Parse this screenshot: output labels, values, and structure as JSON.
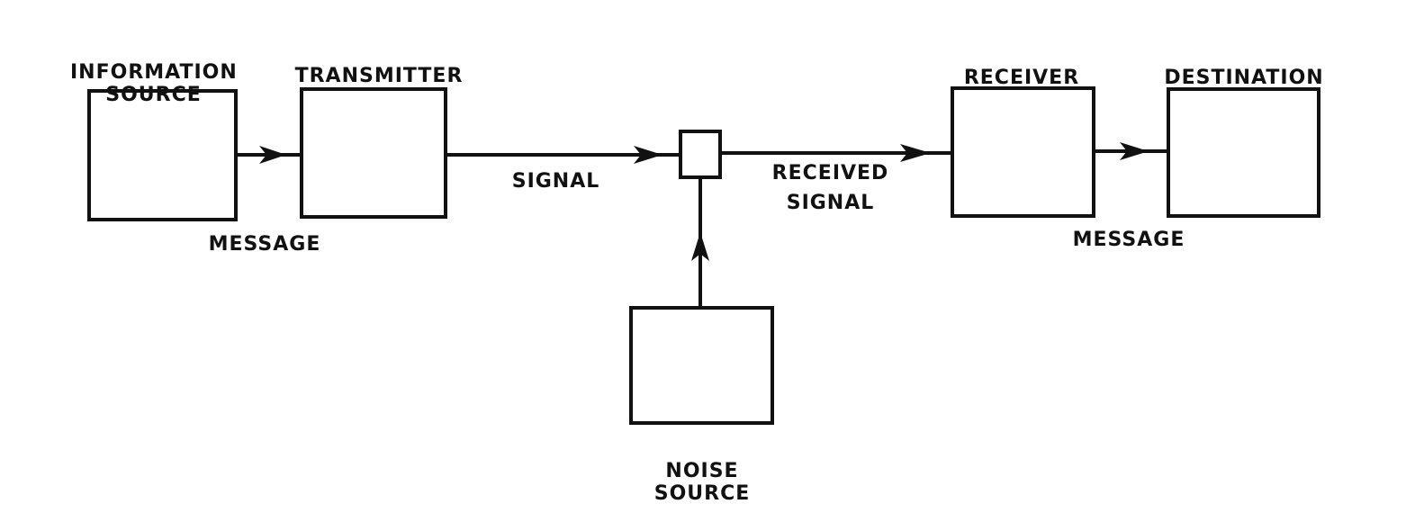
{
  "labels": {
    "information_source": [
      "INFORMATION",
      "SOURCE"
    ],
    "transmitter": "TRANSMITTER",
    "signal": "SIGNAL",
    "message_left": "MESSAGE",
    "received_signal": [
      "RECEIVED",
      "SIGNAL"
    ],
    "receiver": "RECEIVER",
    "destination": "DESTINATION",
    "message_right": "MESSAGE",
    "noise_source": [
      "NOISE",
      "SOURCE"
    ]
  },
  "colors": {
    "ink": "#111111",
    "background": "#ffffff"
  }
}
